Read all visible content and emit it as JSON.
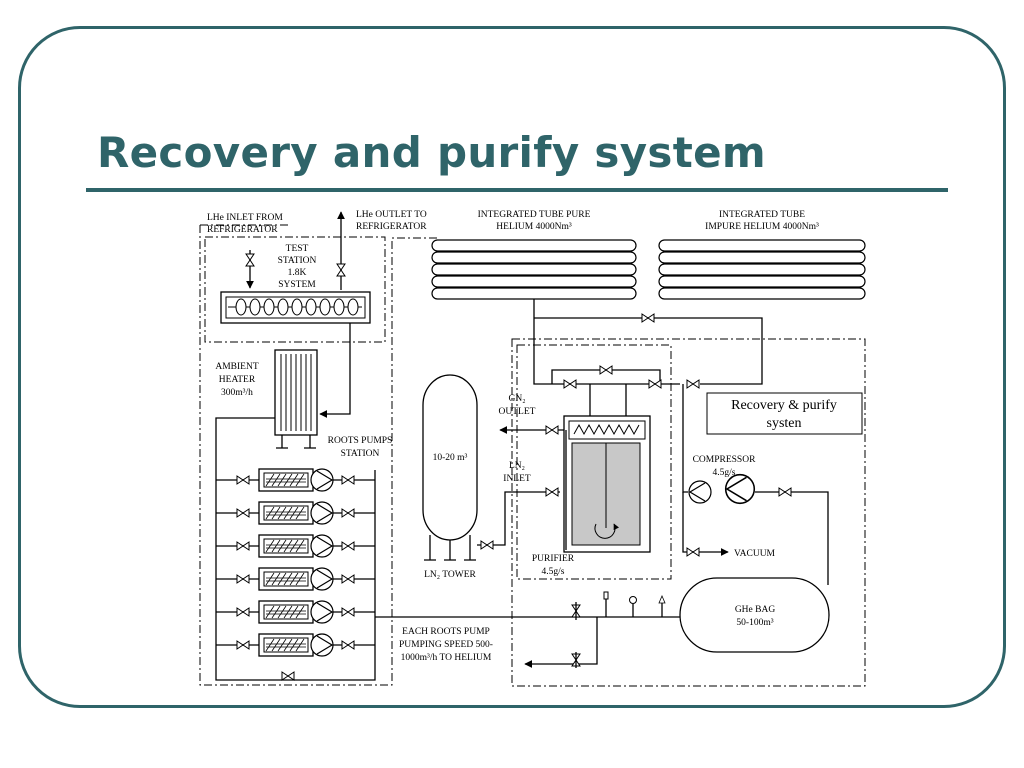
{
  "slide": {
    "title": "Recovery and purify system",
    "accent_color": "#2f6469"
  },
  "diagram": {
    "labels": {
      "lhe_inlet_1": "LHe INLET FROM",
      "lhe_inlet_2": "REFRIGERATOR",
      "lhe_outlet_1": "LHe OUTLET TO",
      "lhe_outlet_2": "REFRIGERATOR",
      "test_station_1": "TEST",
      "test_station_2": "STATION",
      "test_station_3": "1.8K",
      "test_station_4": "SYSTEM",
      "pure_tube_1": "INTEGRATED TUBE PURE",
      "pure_tube_2": "HELIUM 4000Nm³",
      "impure_tube_1": "INTEGRATED TUBE",
      "impure_tube_2": "IMPURE HELIUM 4000Nm³",
      "heater_1": "AMBIENT",
      "heater_2": "HEATER",
      "heater_3": "300m³/h",
      "roots_1": "ROOTS PUMPS",
      "roots_2": "STATION",
      "tank_volume": "10-20 m³",
      "ln2_tower": "LN₂ TOWER",
      "gn2_1": "GN₂",
      "gn2_2": "OUTLET",
      "ln2_inlet_1": "LN₂",
      "ln2_inlet_2": "INLET",
      "purifier_1": "PURIFIER",
      "purifier_2": "4.5g/s",
      "recovery_box_1": "Recovery & purify",
      "recovery_box_2": "systen",
      "compressor_1": "COMPRESSOR",
      "compressor_2": "4.5g/s",
      "vacuum": "VACUUM",
      "bag_1": "GHe BAG",
      "bag_2": "50-100m³",
      "pump_speed_1": "EACH ROOTS PUMP",
      "pump_speed_2": "PUMPING SPEED 500-",
      "pump_speed_3": "1000m³/h TO HELIUM"
    }
  }
}
